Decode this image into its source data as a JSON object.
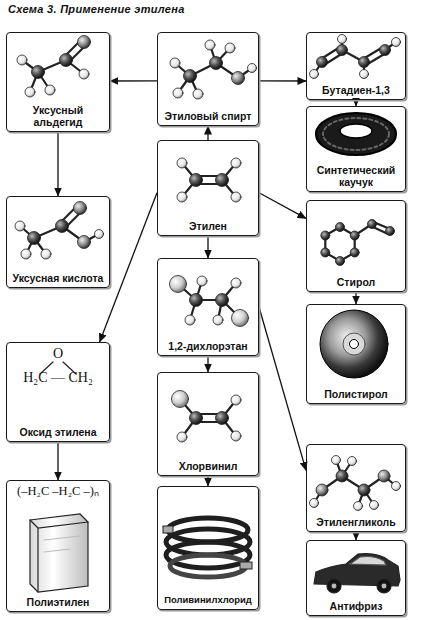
{
  "diagram": {
    "title": "Схема 3. Применение этилена",
    "nodes": [
      {
        "text": [
          "Уксусный альдегид"
        ]
      },
      {
        "text": [
          "Этиловый спирт"
        ]
      },
      {
        "text": [
          "Бутадиен-1,3"
        ]
      },
      {
        "text": [
          "Этилен"
        ]
      },
      {
        "text": [
          "Синтетический каучук"
        ]
      },
      {
        "text": [
          "Уксусная кислота"
        ]
      },
      {
        "text": [
          "Стирол"
        ]
      },
      {
        "text": [
          "1,2-дихлорэтан"
        ]
      },
      {
        "text": [
          "Полистирол"
        ]
      },
      {
        "text": [
          "O",
          "H₂C — CH₂",
          "Оксид этилена"
        ]
      },
      {
        "text": [
          "Хлорвинил"
        ]
      },
      {
        "text": [
          "Этиленгликоль"
        ]
      },
      {
        "text": [
          "(–H₂C –H₂C –)ₙ",
          "Полиэтилен"
        ]
      },
      {
        "text": [
          "Поливинилхлорид"
        ]
      },
      {
        "text": [
          "Антифриз"
        ]
      }
    ],
    "edges": [
      {
        "from": 1,
        "to": 0,
        "arrow": "to"
      },
      {
        "from": 1,
        "to": 2,
        "arrow": "to"
      },
      {
        "from": 3,
        "to": 1,
        "arrow": "to"
      },
      {
        "from": 0,
        "to": 5,
        "arrow": "to"
      },
      {
        "from": 2,
        "to": 4,
        "arrow": "to"
      },
      {
        "from": 3,
        "to": 6,
        "arrow": "to"
      },
      {
        "from": 3,
        "to": 9,
        "arrow": "to"
      },
      {
        "from": 3,
        "to": 7,
        "arrow": "to"
      },
      {
        "from": 7,
        "to": 10,
        "arrow": "to"
      },
      {
        "from": 7,
        "to": 11,
        "arrow": "to"
      },
      {
        "from": 9,
        "to": 12,
        "arrow": "to"
      },
      {
        "from": 10,
        "to": 13,
        "arrow": "to"
      },
      {
        "from": 11,
        "to": 14,
        "arrow": "to"
      },
      {
        "from": 6,
        "to": 8,
        "arrow": "to"
      }
    ]
  }
}
